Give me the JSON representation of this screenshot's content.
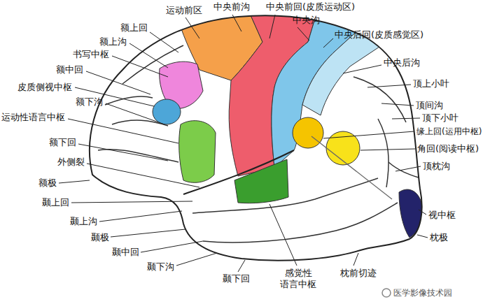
{
  "diagram": {
    "labels": [
      "运动前区",
      "中央前沟",
      "中央前回(皮质运动区)",
      "中央沟",
      "额上回",
      "中央后回(皮质感觉区)",
      "额上沟",
      "书写中枢",
      "中央后沟",
      "额中回",
      "顶上小叶",
      "皮质侧视中枢",
      "额下沟",
      "顶间沟",
      "运动性语言中枢",
      "顶下小叶",
      "缘上回(运用中枢)",
      "额下回",
      "角回(阅读中枢)",
      "外侧裂",
      "顶枕沟",
      "额极",
      "颞上回",
      "颞上沟",
      "视中枢",
      "颞极",
      "枕极",
      "颞中回",
      "颞下沟",
      "颞下回",
      "感觉性 语言中枢",
      "枕前切迹",
      "医学影像技术园"
    ]
  }
}
